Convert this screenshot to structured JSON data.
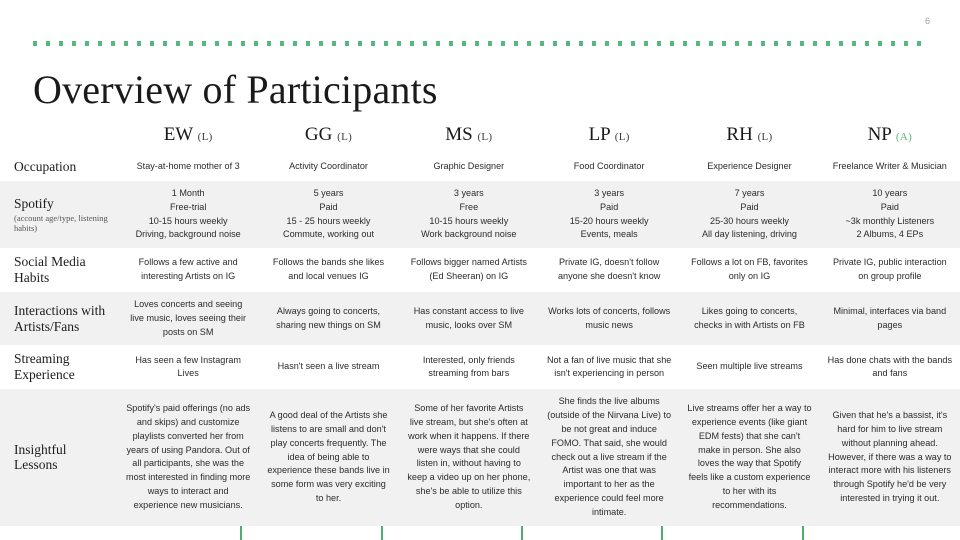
{
  "slide": {
    "page_number": "6",
    "title": "Overview of Participants",
    "accent_color": "#4caf6e",
    "shade_color": "#f1f1f1"
  },
  "participants": [
    {
      "code": "EW",
      "suffix": "(L)",
      "suffix_accent": false
    },
    {
      "code": "GG",
      "suffix": "(L)",
      "suffix_accent": false
    },
    {
      "code": "MS",
      "suffix": "(L)",
      "suffix_accent": false
    },
    {
      "code": "LP",
      "suffix": "(L)",
      "suffix_accent": false
    },
    {
      "code": "RH",
      "suffix": "(L)",
      "suffix_accent": false
    },
    {
      "code": "NP",
      "suffix": "(A)",
      "suffix_accent": true
    }
  ],
  "rows": [
    {
      "label": "Occupation",
      "sub": "",
      "shaded": false,
      "cells": [
        [
          "Stay-at-home mother of 3"
        ],
        [
          "Activity Coordinator"
        ],
        [
          "Graphic Designer"
        ],
        [
          "Food Coordinator"
        ],
        [
          "Experience Designer"
        ],
        [
          "Freelance Writer & Musician"
        ]
      ]
    },
    {
      "label": "Spotify",
      "sub": "(account age/type, listening habits)",
      "shaded": true,
      "cells": [
        [
          "1 Month",
          "Free-trial",
          "10-15 hours weekly",
          "Driving, background noise"
        ],
        [
          "5 years",
          "Paid",
          "15 - 25 hours weekly",
          "Commute, working out"
        ],
        [
          "3 years",
          "Free",
          "10-15 hours weekly",
          "Work background noise"
        ],
        [
          "3 years",
          "Paid",
          "15-20 hours weekly",
          "Events, meals"
        ],
        [
          "7 years",
          "Paid",
          "25-30 hours weekly",
          "All day listening, driving"
        ],
        [
          "10 years",
          "Paid",
          "~3k monthly Listeners",
          "2 Albums, 4 EPs"
        ]
      ]
    },
    {
      "label": "Social Media Habits",
      "sub": "",
      "shaded": false,
      "cells": [
        [
          "Follows a few active and interesting Artists on IG"
        ],
        [
          "Follows the bands she likes and local venues IG"
        ],
        [
          "Follows bigger named Artists (Ed Sheeran) on IG"
        ],
        [
          "Private IG, doesn't follow anyone she doesn't know"
        ],
        [
          "Follows a lot on FB, favorites only on IG"
        ],
        [
          "Private IG, public interaction on group profile"
        ]
      ]
    },
    {
      "label": "Interactions with Artists/Fans",
      "sub": "",
      "shaded": true,
      "cells": [
        [
          "Loves concerts and seeing live music, loves seeing their posts on SM"
        ],
        [
          "Always going to concerts, sharing new things on SM"
        ],
        [
          "Has constant access to live music, looks over SM"
        ],
        [
          "Works lots of concerts, follows music news"
        ],
        [
          "Likes going to concerts, checks in with Artists on FB"
        ],
        [
          "Minimal, interfaces via band pages"
        ]
      ]
    },
    {
      "label": "Streaming Experience",
      "sub": "",
      "shaded": false,
      "cells": [
        [
          "Has seen a few Instagram Lives"
        ],
        [
          "Hasn't seen a live stream"
        ],
        [
          "Interested, only friends streaming from bars"
        ],
        [
          "Not a fan of live music that she isn't experiencing in person"
        ],
        [
          "Seen multiple live streams"
        ],
        [
          "Has done chats with the bands and fans"
        ]
      ]
    },
    {
      "label": "Insightful Lessons",
      "sub": "",
      "shaded": true,
      "cells": [
        [
          "Spotify's paid offerings (no ads and skips) and customize playlists converted her from years of using Pandora. Out of all participants, she was the most interested in finding more ways to interact and experience new musicians."
        ],
        [
          "A good deal of the Artists she listens to are small and don't play concerts frequently. The idea of being able to experience these bands live in some form was very exciting to her."
        ],
        [
          "Some of her favorite Artists live stream, but she's often at work when it happens. If there were ways that she could listen in, without having to keep a video up on her phone, she's be able to utilize this option."
        ],
        [
          "She finds the live albums (outside of the Nirvana Live) to be not great and induce FOMO. That said, she would check out a live stream if the Artist was one that was important to her as the experience could feel  more intimate."
        ],
        [
          "Live streams offer her a way to experience events (like giant EDM fests) that she can't make in person. She also loves the way that Spotify feels like a custom experience to her with its recommendations."
        ],
        [
          "Given that he's a bassist, it's hard for him to live stream without planning ahead. However, if there was a way to interact more with his listeners through Spotify he'd be very interested in trying it out."
        ]
      ]
    }
  ]
}
